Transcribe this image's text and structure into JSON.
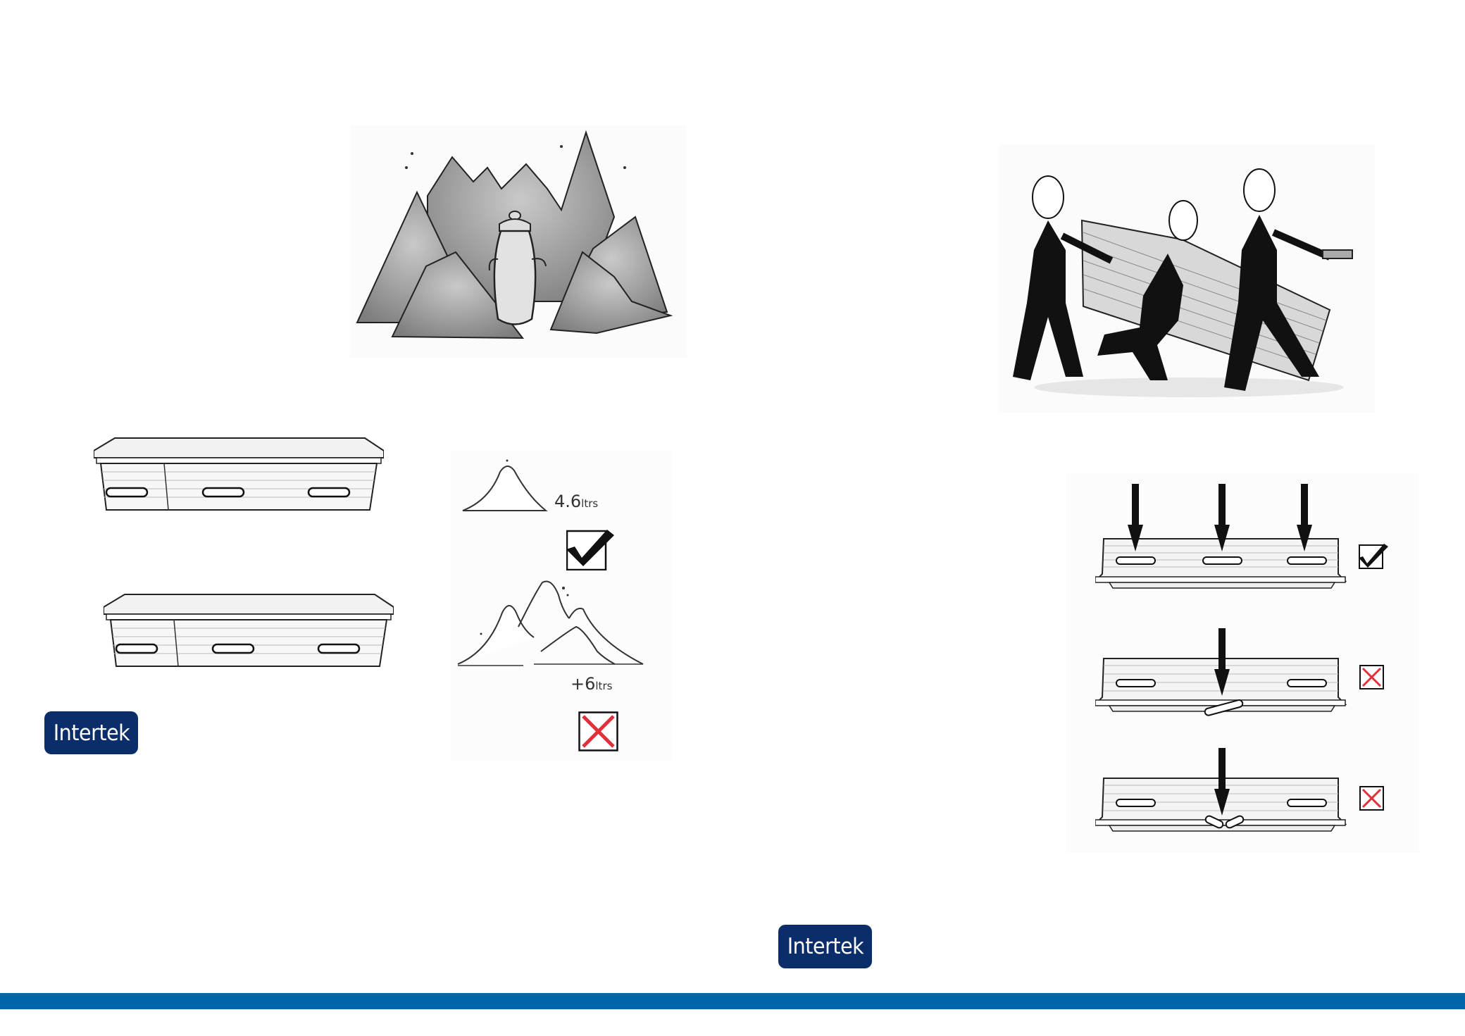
{
  "page": {
    "background": "#ffffff",
    "brand_color": "#0b2e6b",
    "footer_bar_color": "#0066aa"
  },
  "logos": {
    "left": {
      "text": "Intertek"
    },
    "bottom_center": {
      "text": "Intertek"
    }
  },
  "illustrations": {
    "ashes_urn": {
      "description": "urn surrounded by large piles of ash"
    },
    "pallbearers": {
      "description": "three pallbearers carrying a wicker coffin, handles breaking"
    }
  },
  "ash_comparison": {
    "good": {
      "volume_value": "4.6",
      "volume_unit": "ltrs",
      "result": "check"
    },
    "bad": {
      "volume_value": "+6",
      "volume_unit": "ltrs",
      "result": "cross"
    }
  },
  "handle_test": {
    "rows": [
      {
        "arrows": 3,
        "result": "check"
      },
      {
        "arrows": 1,
        "result": "cross",
        "handle_state": "detached"
      },
      {
        "arrows": 1,
        "result": "cross",
        "handle_state": "broken"
      }
    ]
  },
  "colors": {
    "check": "#111111",
    "cross": "#e0303a"
  }
}
